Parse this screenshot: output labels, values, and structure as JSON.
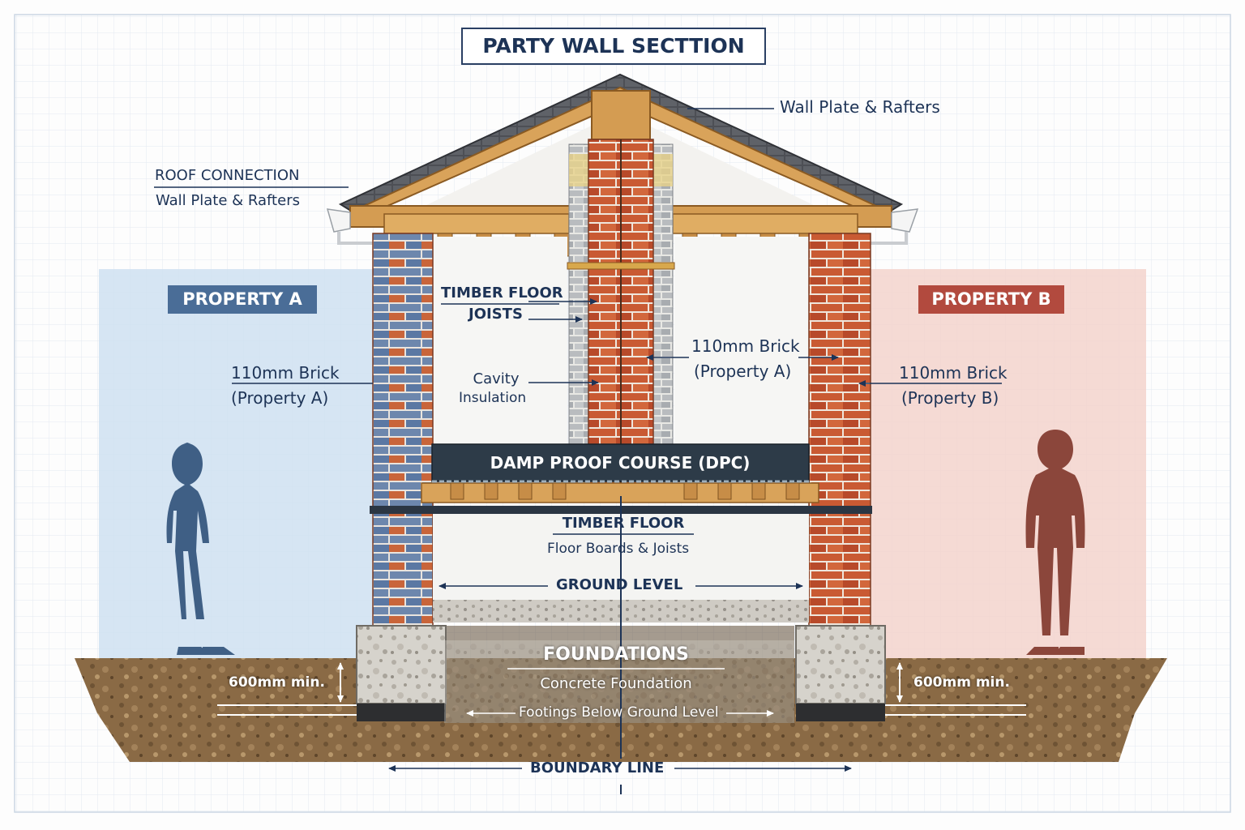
{
  "title": "PARTY WALL SECTTION",
  "property_a": "PROPERTY A",
  "property_b": "PROPERTY B",
  "labels": {
    "wall_plate_top": "Wall Plate & Rafters",
    "roof_connection": "ROOF CONNECTION",
    "wall_plate_left": "Wall Plate & Rafters",
    "timber_joists_line1": "TIMBER FLOOR",
    "timber_joists_line2": "JOISTS",
    "cavity_line1": "Cavity",
    "cavity_line2": "Insulation",
    "brick_center_line1": "110mm Brick",
    "brick_center_line2": "(Property A)",
    "brick_left_line1": "110mm Brick",
    "brick_left_line2": "(Property A)",
    "brick_right_line1": "110mm Brick",
    "brick_right_line2": "(Property B)",
    "dpc": "DAMP PROOF COURSE (DPC)",
    "timber_floor": "TIMBER FLOOR",
    "floor_boards": "Floor Boards & Joists",
    "ground_level": "GROUND LEVEL",
    "foundations": "FOUNDATIONS",
    "concrete_foundation": "Concrete Foundation",
    "footings": "Footings Below Ground Level",
    "depth_left": "600mm min.",
    "depth_right": "600mm min.",
    "boundary_line": "BOUNDARY LINE"
  },
  "colors": {
    "navy": "#1d3356",
    "property_a": "#4a6d97",
    "property_b": "#b24a3e",
    "brick": "#c2552f",
    "timber": "#d19a52",
    "dpc": "#2d3b48"
  }
}
